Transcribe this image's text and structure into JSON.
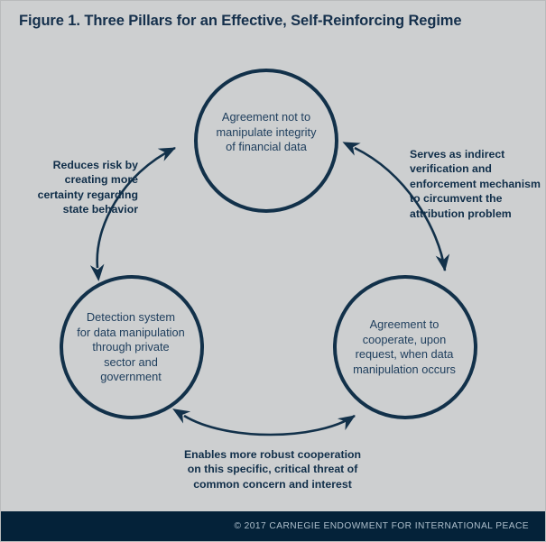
{
  "figure": {
    "title": "Figure 1. Three Pillars for an Effective, Self-Reinforcing Regime",
    "colors": {
      "background": "#cdcfd0",
      "stroke": "#12314a",
      "node_text": "#1d3d5c",
      "label_text": "#102e49",
      "footer_bar": "#042239",
      "footer_text": "#aebfcc"
    }
  },
  "nodes": [
    {
      "id": "agreement-integrity",
      "lines": [
        "Agreement not to",
        "manipulate integrity",
        "of financial data"
      ],
      "text": "Agreement not to manipulate integrity of financial data"
    },
    {
      "id": "detection-system",
      "lines": [
        "Detection system",
        "for data manipulation",
        "through private",
        "sector and",
        "government"
      ],
      "text": "Detection system for data manipulation through private sector and government"
    },
    {
      "id": "agreement-cooperate",
      "lines": [
        "Agreement to",
        "cooperate, upon",
        "request, when data",
        "manipulation occurs"
      ],
      "text": "Agreement to cooperate, upon request, when data manipulation occurs"
    }
  ],
  "edges": [
    {
      "id": "left-edge",
      "from": "detection-system",
      "to": "agreement-integrity",
      "bidirectional": true,
      "lines": [
        "Reduces risk by",
        "creating more",
        "certainty regarding",
        "state behavior"
      ],
      "text": "Reduces risk by creating more certainty regarding state behavior"
    },
    {
      "id": "right-edge",
      "from": "agreement-integrity",
      "to": "agreement-cooperate",
      "bidirectional": true,
      "lines": [
        "Serves as indirect",
        "verification and",
        "enforcement mechanism",
        "to circumvent the",
        "attribution problem"
      ],
      "text": "Serves as indirect verification and enforcement mechanism to circumvent the attribution problem"
    },
    {
      "id": "bottom-edge",
      "from": "detection-system",
      "to": "agreement-cooperate",
      "bidirectional": true,
      "lines": [
        "Enables more robust cooperation",
        "on this specific, critical threat of",
        "common concern and interest"
      ],
      "text": "Enables more robust cooperation on this specific, critical threat of common concern and interest"
    }
  ],
  "footer": {
    "copyright": "© 2017 CARNEGIE ENDOWMENT FOR INTERNATIONAL PEACE"
  }
}
